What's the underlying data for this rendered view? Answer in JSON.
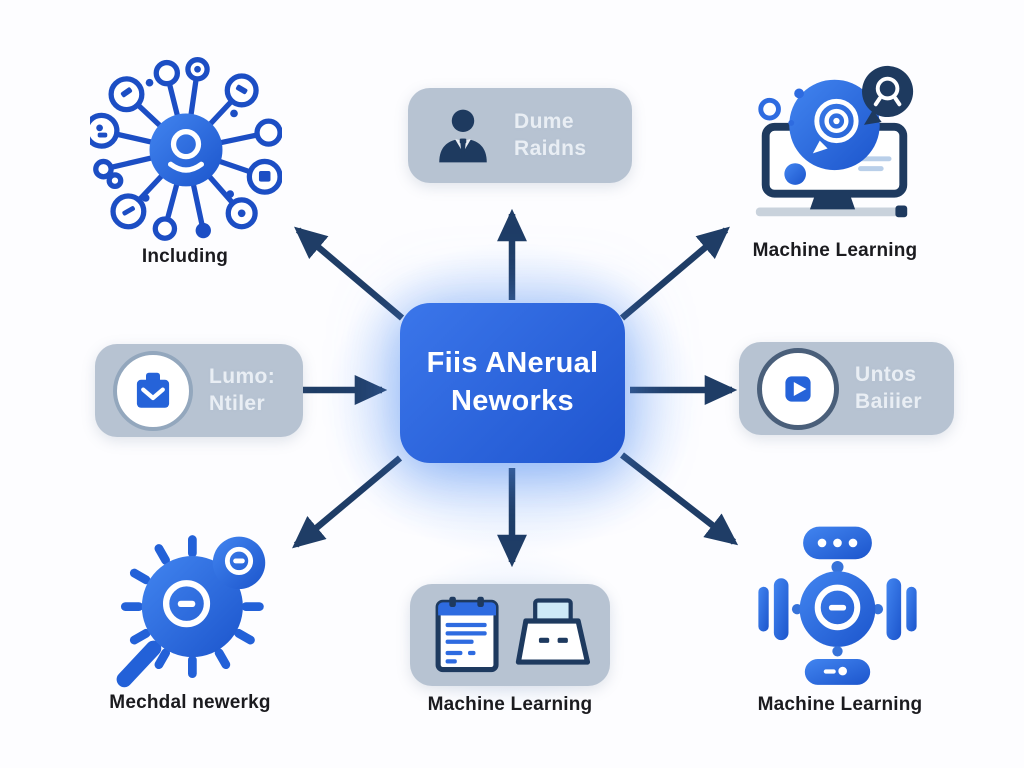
{
  "colors": {
    "primary_blue": "#2e6be0",
    "center_gradient_start": "#3b76ea",
    "center_gradient_end": "#1f55cf",
    "navy": "#1e3a5f",
    "arrow": "#1f3d66",
    "card_bg": "#b7c3d2",
    "card_text": "#e9eef4",
    "label_text": "#1b1b1f"
  },
  "center_node": {
    "line1": "Fiis ANerual",
    "line2": "Neworks"
  },
  "nodes": {
    "top_left": {
      "label": "Including",
      "icon": "neural-network-hub-icon"
    },
    "top_center": {
      "line1": "Dume",
      "line2": "Raidns",
      "icon": "person-tie-icon"
    },
    "top_right": {
      "label": "Machine Learning",
      "icon": "monitor-analysis-icon"
    },
    "mid_left": {
      "line1": "Lumo:",
      "line2": "Ntiler",
      "icon": "briefcase-icon"
    },
    "mid_right": {
      "line1": "Untos",
      "line2": "Baiiier",
      "icon": "play-button-icon"
    },
    "bottom_left": {
      "label": "Mechdal newerkg",
      "icon": "gear-magnifier-icon"
    },
    "bottom_center": {
      "label": "Machine Learning",
      "icons": [
        "clipboard-icon",
        "printer-icon"
      ]
    },
    "bottom_right": {
      "label": "Machine Learning",
      "icon": "robot-icon"
    }
  },
  "arrows": [
    {
      "name": "arrow-up",
      "direction": "center-to-top"
    },
    {
      "name": "arrow-up-left",
      "direction": "center-to-top-left"
    },
    {
      "name": "arrow-up-right",
      "direction": "center-to-top-right"
    },
    {
      "name": "arrow-left-inward",
      "direction": "left-card-to-center"
    },
    {
      "name": "arrow-right",
      "direction": "center-to-right-card"
    },
    {
      "name": "arrow-down-left",
      "direction": "center-to-bottom-left"
    },
    {
      "name": "arrow-down",
      "direction": "center-to-bottom-center"
    },
    {
      "name": "arrow-down-right",
      "direction": "center-to-bottom-right"
    }
  ]
}
